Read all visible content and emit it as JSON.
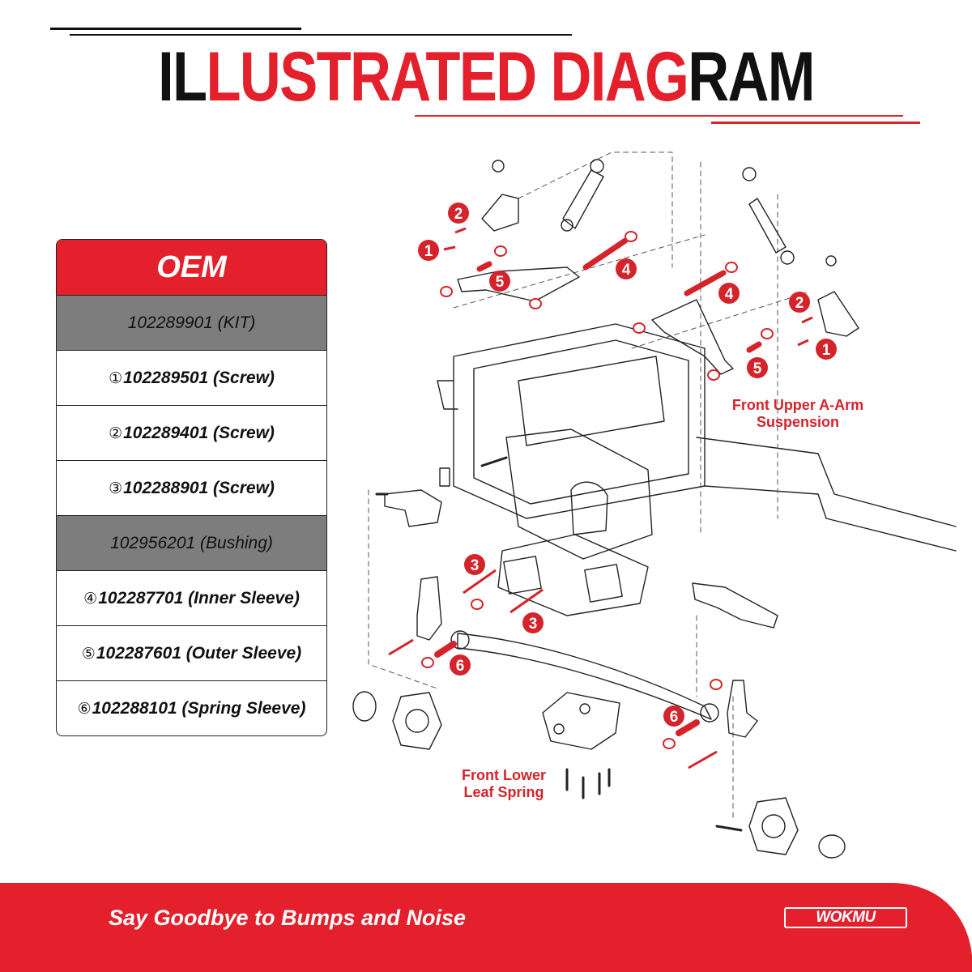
{
  "header": {
    "title_part1": "IL",
    "title_part2": "LUSTRATED DIAG",
    "title_part3": "RAM"
  },
  "oem_table": {
    "heading": "OEM",
    "rows": [
      {
        "num": "",
        "text": "102289901 (KIT)",
        "style": "grey"
      },
      {
        "num": "①",
        "text": "102289501 (Screw)",
        "style": "white"
      },
      {
        "num": "②",
        "text": "102289401 (Screw)",
        "style": "white"
      },
      {
        "num": "③",
        "text": "102288901 (Screw)",
        "style": "white"
      },
      {
        "num": "",
        "text": "102956201 (Bushing)",
        "style": "grey"
      },
      {
        "num": "④",
        "text": "102287701 (Inner Sleeve)",
        "style": "white"
      },
      {
        "num": "⑤",
        "text": "102287601 (Outer Sleeve)",
        "style": "white"
      },
      {
        "num": "⑥",
        "text": "102288101 (Spring Sleeve)",
        "style": "white"
      }
    ]
  },
  "diagram": {
    "upper_label_line1": "Front Upper A-Arm",
    "upper_label_line2": "Suspension",
    "lower_label_line1": "Front Lower",
    "lower_label_line2": "Leaf Spring",
    "badges": [
      "1",
      "2",
      "5",
      "4",
      "4",
      "2",
      "1",
      "5",
      "3",
      "3",
      "6",
      "6"
    ]
  },
  "footer": {
    "slogan": "Say Goodbye to Bumps and Noise",
    "brand": "WOKMU"
  },
  "colors": {
    "accent_red": "#e3202b",
    "header_grey": "#7d7d7d",
    "ink": "#111111"
  }
}
